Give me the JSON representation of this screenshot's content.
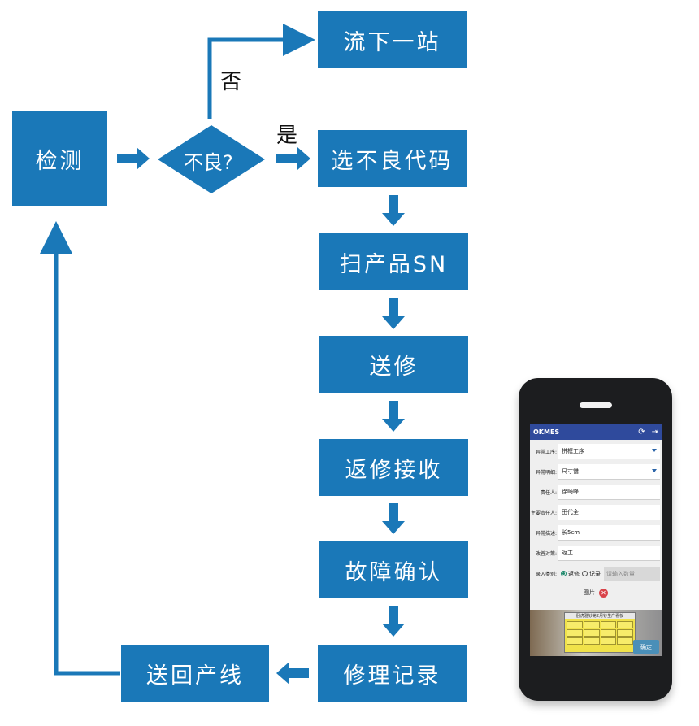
{
  "nodes": {
    "detect": "检测",
    "decision": "不良?",
    "next_station": "流下一站",
    "select_code": "选不良代码",
    "scan_sn": "扫产品SN",
    "send_repair": "送修",
    "repair_receive": "返修接收",
    "fault_confirm": "故障确认",
    "repair_record": "修理记录",
    "return_line": "送回产线"
  },
  "edge_labels": {
    "no": "否",
    "yes": "是"
  },
  "phone": {
    "app_title": "OKMES",
    "fields": [
      {
        "label": "异常工序:",
        "value": "拼框工序"
      },
      {
        "label": "异常明细:",
        "value": "尺寸错"
      },
      {
        "label": "责任人:",
        "value": "徐崎峰"
      },
      {
        "label": "主要责任人:",
        "value": "田代全"
      },
      {
        "label": "异常描述:",
        "value": "长5cm"
      },
      {
        "label": "改善对策:",
        "value": "返工"
      }
    ],
    "entry_type_label": "录入类别:",
    "radio_rework": "返修",
    "radio_record": "记录",
    "qty_placeholder": "请输入数量",
    "picture_label": "图片",
    "board_title": "卧虎雅钞第2月钞生产看板",
    "confirm_label": "确定"
  },
  "colors": {
    "box": "#1a78b8",
    "arrow": "#1a78b8",
    "app_bar": "#2f4a9c"
  },
  "icons": [
    "refresh-icon",
    "logout-icon",
    "delete-icon",
    "dropdown-caret-icon"
  ]
}
